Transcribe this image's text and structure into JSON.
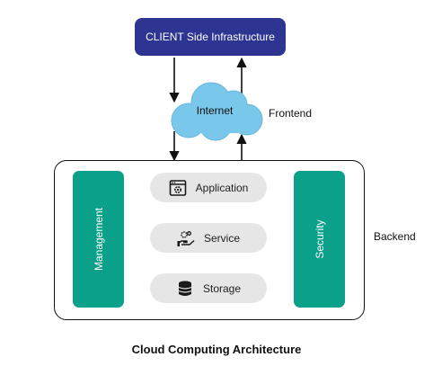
{
  "diagram": {
    "client": "CLIENT Side Infrastructure",
    "internet": "Internet",
    "frontend_label": "Frontend",
    "backend_label": "Backend",
    "management": "Management",
    "security": "Security",
    "components": [
      {
        "label": "Application",
        "icon": "application-icon"
      },
      {
        "label": "Service",
        "icon": "service-icon"
      },
      {
        "label": "Storage",
        "icon": "storage-icon"
      }
    ],
    "caption": "Cloud Computing Architecture"
  },
  "colors": {
    "client_box": "#2d3491",
    "cloud": "#79c7ea",
    "side_columns": "#0aa08a",
    "pill": "#e6e6e6"
  }
}
